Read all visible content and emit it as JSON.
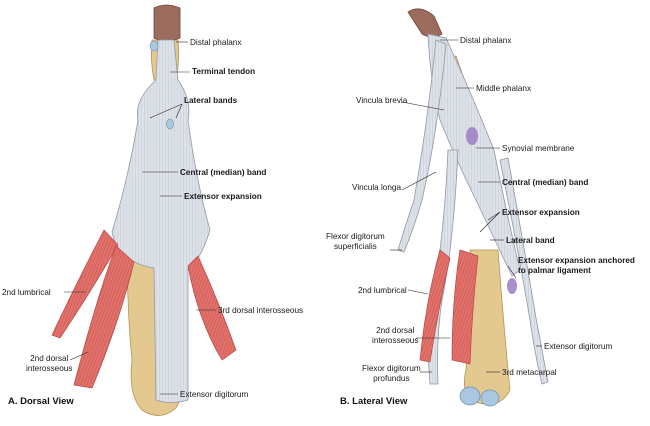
{
  "dorsal_view": {
    "letter": "A.",
    "title": "Dorsal View",
    "labels": {
      "distal_phalanx": "Distal phalanx",
      "terminal_tendon": "Terminal tendon",
      "lateral_bands": "Lateral bands",
      "central_band": "Central (median) band",
      "extensor_expansion": "Extensor expansion",
      "second_lumbrical": "2nd lumbrical",
      "third_dorsal_interosseous": "3rd dorsal interosseous",
      "second_dorsal_interosseous_line1": "2nd dorsal",
      "second_dorsal_interosseous_line2": "interosseous",
      "extensor_digitorum": "Extensor digitorum"
    }
  },
  "lateral_view": {
    "letter": "B.",
    "title": "Lateral View",
    "labels": {
      "distal_phalanx": "Distal phalanx",
      "middle_phalanx": "Middle phalanx",
      "vincula_brevia": "Vincula brevia",
      "synovial_membrane": "Synovial membrane",
      "central_band": "Central (median) band",
      "vincula_longa": "Vincula longa",
      "extensor_expansion": "Extensor expansion",
      "fds_line1": "Flexor digitorum",
      "fds_line2": "superficialis",
      "lateral_band": "Lateral band",
      "anchored_line1": "Extensor expansion anchored",
      "anchored_line2": "to palmar ligament",
      "second_lumbrical": "2nd lumbrical",
      "second_dorsal_interosseous_line1": "2nd dorsal",
      "second_dorsal_interosseous_line2": "interosseous",
      "extensor_digitorum": "Extensor digitorum",
      "fdp_line1": "Flexor digitorum",
      "fdp_line2": "profundus",
      "third_metacarpal": "3rd metacarpal"
    }
  },
  "colors": {
    "bone": "#e3c98f",
    "bone_shade": "#c9a966",
    "tendon": "#d6dbe3",
    "tendon_line": "#9aa3b0",
    "muscle": "#e0706a",
    "muscle_line": "#b8453f",
    "nail": "#9c6b5e",
    "cartilage": "#a9c7e0",
    "synovial": "#9a7bc4"
  }
}
